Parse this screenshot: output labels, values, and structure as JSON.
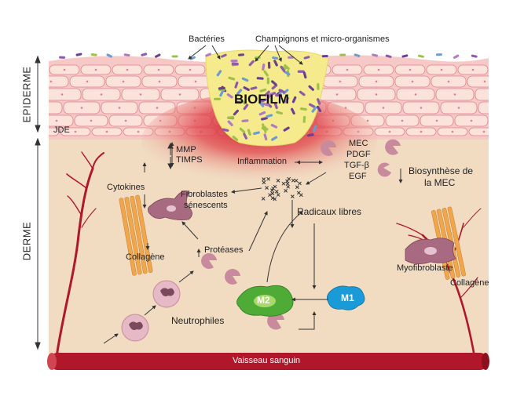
{
  "labels": {
    "epiderme": "EPIDERME",
    "derme": "DERME",
    "jde": "JDE",
    "bacteries": "Bactéries",
    "champignons": "Champignons et micro-organismes",
    "biofilm": "BIOFILM",
    "mmp": "MMP",
    "timps": "TIMPS",
    "inflammation": "Inflammation",
    "mec": "MEC",
    "pdgf": "PDGF",
    "tgf": "TGF-β",
    "egf": "EGF",
    "biosynthese_1": "Biosynthèse de",
    "biosynthese_2": "la MEC",
    "cytokines": "Cytokines",
    "fibroblastes_1": "Fibroblastes",
    "fibroblastes_2": "sénescents",
    "radicaux": "Radicaux libres",
    "collagene_left": "Collagène",
    "proteases": "Protéases",
    "myofibroblaste": "Myofibroblaste",
    "collagene_right": "Collagène",
    "m2": "M2",
    "m1": "M1",
    "neutrophiles": "Neutrophiles",
    "vaisseau": "Vaisseau sanguin"
  },
  "colors": {
    "epidermis_cell": "#fbe3dc",
    "epidermis_line": "#e07f8a",
    "dermis": "#f1dcc2",
    "biofilm": "#f6eb8c",
    "inflammation": "#d4252d",
    "vessel": "#b0172a",
    "neutrophil": "#e6b9c6",
    "macrophage_m2": "#4dab36",
    "macrophage_m1": "#1a9bd7",
    "fibroblast": "#a86a80",
    "collagen": "#f0a64a"
  }
}
